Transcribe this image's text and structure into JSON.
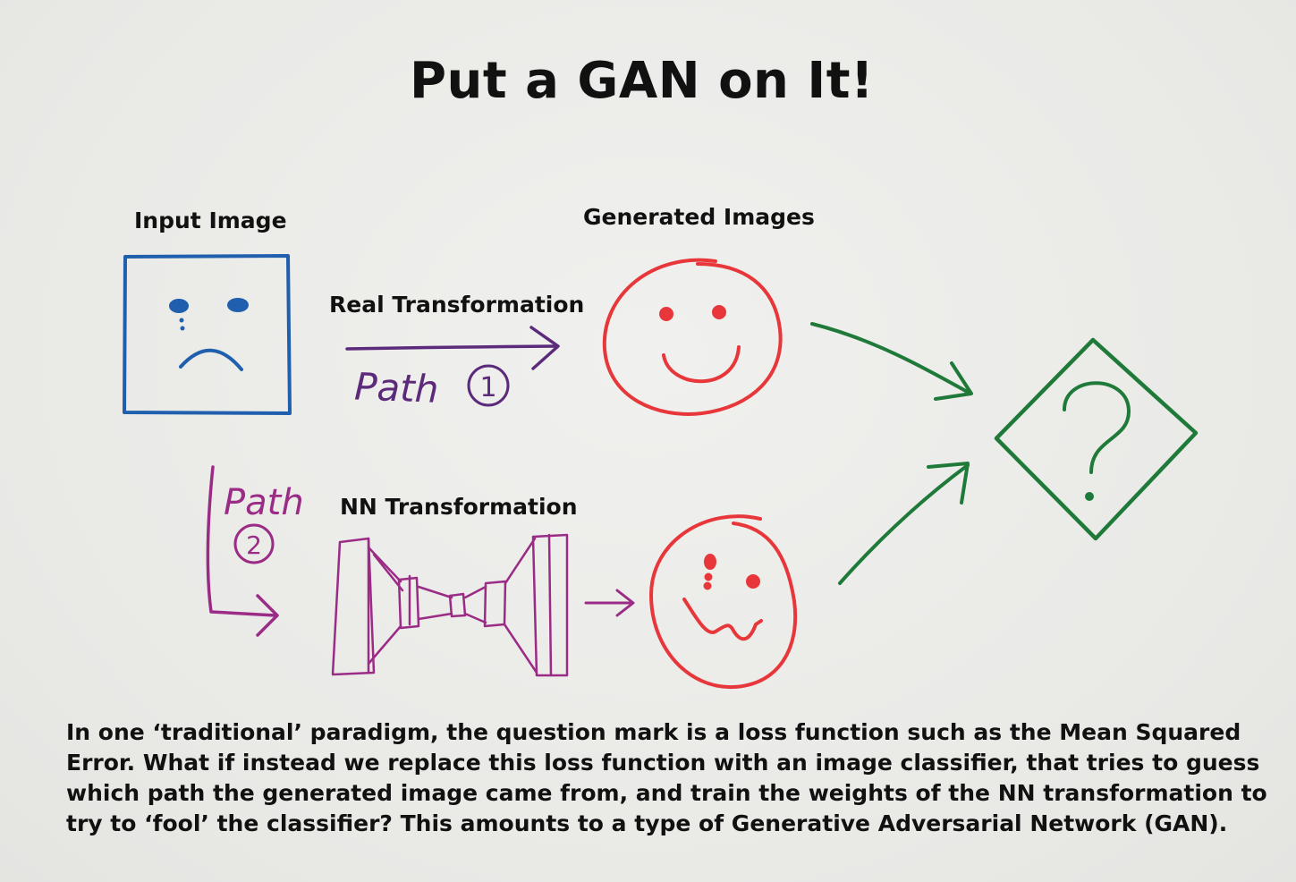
{
  "title": "Put a GAN on It!",
  "labels": {
    "input_image": "Input Image",
    "generated_images": "Generated Images",
    "real_transformation": "Real Transformation",
    "nn_transformation": "NN Transformation",
    "path1_word": "Path",
    "path1_num": "1",
    "path2_word": "Path",
    "path2_num": "2",
    "question": "?"
  },
  "caption": "In one ‘traditional’ paradigm, the question mark is a loss function such as the Mean Squared Error. What if instead we replace this loss function with an image classifier, that tries to guess which path the generated image came from, and train the weights of the NN transformation to try to ‘fool’ the classifier?  This amounts to a type of Generative Adversarial Network (GAN).",
  "colors": {
    "input_blue": "#1f5fae",
    "path_purple": "#5b2a7a",
    "path2_magenta": "#9b2c86",
    "face_red": "#e8373a",
    "classifier_green": "#1f7a3a"
  }
}
